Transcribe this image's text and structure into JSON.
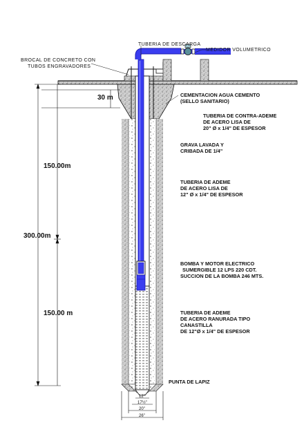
{
  "labels": {
    "tuberia_descarga": "TUBERIA DE DESCARGA",
    "medidor": "MEDIDOR VOLUMETRICO",
    "brocal_1": "BROCAL DE CONCRETO CON",
    "brocal_2": "TUBOS ENGRAVADORES",
    "cementacion_1": "CEMENTACION AGUA CEMENTO",
    "cementacion_2": "(SELLO SANITARIO)",
    "contra_ademe_1": "TUBERIA DE CONTRA-ADEME",
    "contra_ademe_2": "DE ACERO LISA DE",
    "contra_ademe_3": "20\" Ø x 1/4\" DE ESPESOR",
    "grava_1": "GRAVA LAVADA Y",
    "grava_2": "CRIBADA DE 1/4\"",
    "ademe_1": "TUBERIA DE ADEME",
    "ademe_2": "DE ACERO LISA DE",
    "ademe_3": "12\" Ø x 1/4\" DE ESPESOR",
    "bomba_1": "BOMBA Y MOTOR ELECTRICO",
    "bomba_2": "SUMERGIBLE 12 LPS 220 CDT.",
    "bomba_3": "SUCCION DE LA BOMBA 246 MTS.",
    "ranurada_1": "TUBERIA DE ADEME",
    "ranurada_2": "DE ACERO RANURADA TIPO",
    "ranurada_3": "CANASTILLA",
    "ranurada_4": "DE 12\"Ø x 1/4\" DE ESPESOR",
    "punta": "PUNTA DE LAPIZ"
  },
  "dimensions": {
    "seal_depth": "30 m",
    "upper_depth": "150.00m",
    "total_depth": "300.00m",
    "lower_depth": "150.00 m",
    "dia_12": "12\"",
    "dia_17": "17½\"",
    "dia_20": "20\"",
    "dia_26": "26\""
  },
  "colors": {
    "pipe_blue": "#3a3df0",
    "pipe_blue_dark": "#1b1bb0",
    "ink": "#111111",
    "soil": "#9a9a9a"
  }
}
